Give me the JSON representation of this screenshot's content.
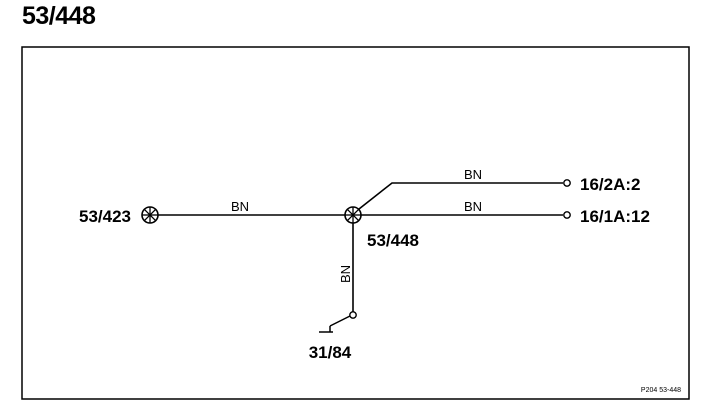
{
  "title": "53/448",
  "nodes": {
    "left_connector": "53/423",
    "center_splice": "53/448",
    "right_upper_terminal": "16/2A:2",
    "right_lower_terminal": "16/1A:12",
    "ground_terminal": "31/84"
  },
  "wires": {
    "left_wire": "BN",
    "right_upper_wire": "BN",
    "right_lower_wire": "BN",
    "ground_wire": "BN"
  },
  "reference": "P204  53-448",
  "colors": {
    "line": "#000000",
    "background": "#ffffff"
  }
}
